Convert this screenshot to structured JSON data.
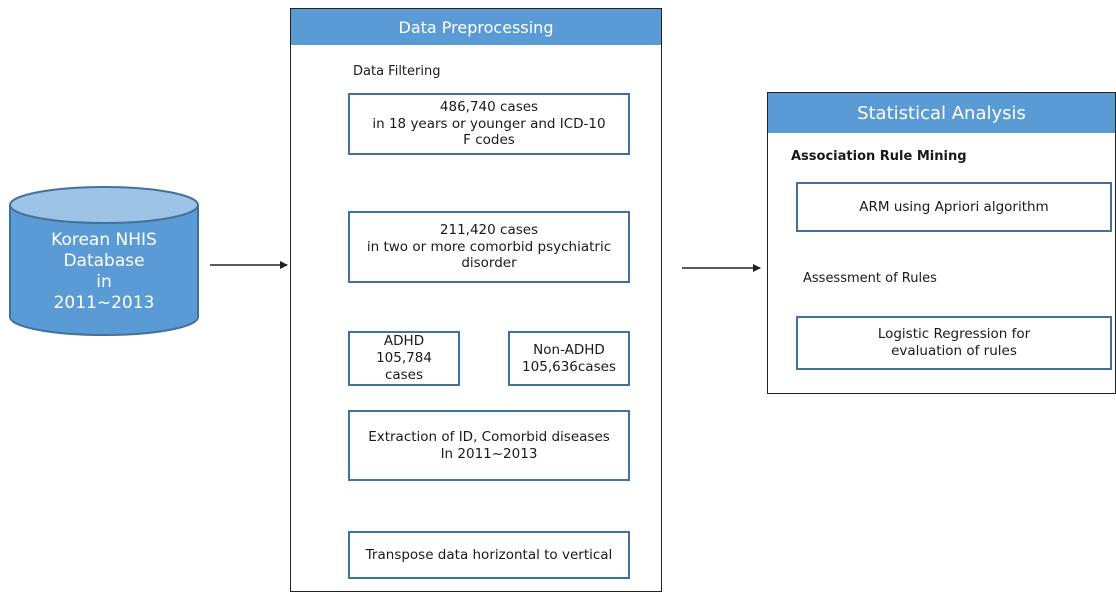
{
  "database": {
    "label": "Korean NHIS\nDatabase\nin\n2011~2013"
  },
  "preprocessing": {
    "title": "Data Preprocessing",
    "section_label": "Data Filtering",
    "step1": "486,740 cases\nin 18 years or younger and ICD-10\nF codes",
    "step2": "211,420 cases\nin two or more comorbid psychiatric\ndisorder",
    "adhd": "ADHD\n105,784 cases",
    "non_adhd": "Non-ADHD\n105,636cases",
    "extraction": "Extraction  of ID, Comorbid diseases\nIn 2011~2013",
    "transpose": "Transpose data horizontal to vertical"
  },
  "analysis": {
    "title": "Statistical Analysis",
    "section_label": "Association Rule Mining",
    "arm": "ARM using Apriori algorithm",
    "assessment_label": "Assessment of Rules",
    "logistic": "Logistic Regression for\nevaluation of rules"
  },
  "colors": {
    "header_blue": "#5b9bd5",
    "box_border": "#41719c",
    "cylinder_fill": "#5b9bd5",
    "cylinder_top": "#9dc3e6"
  }
}
